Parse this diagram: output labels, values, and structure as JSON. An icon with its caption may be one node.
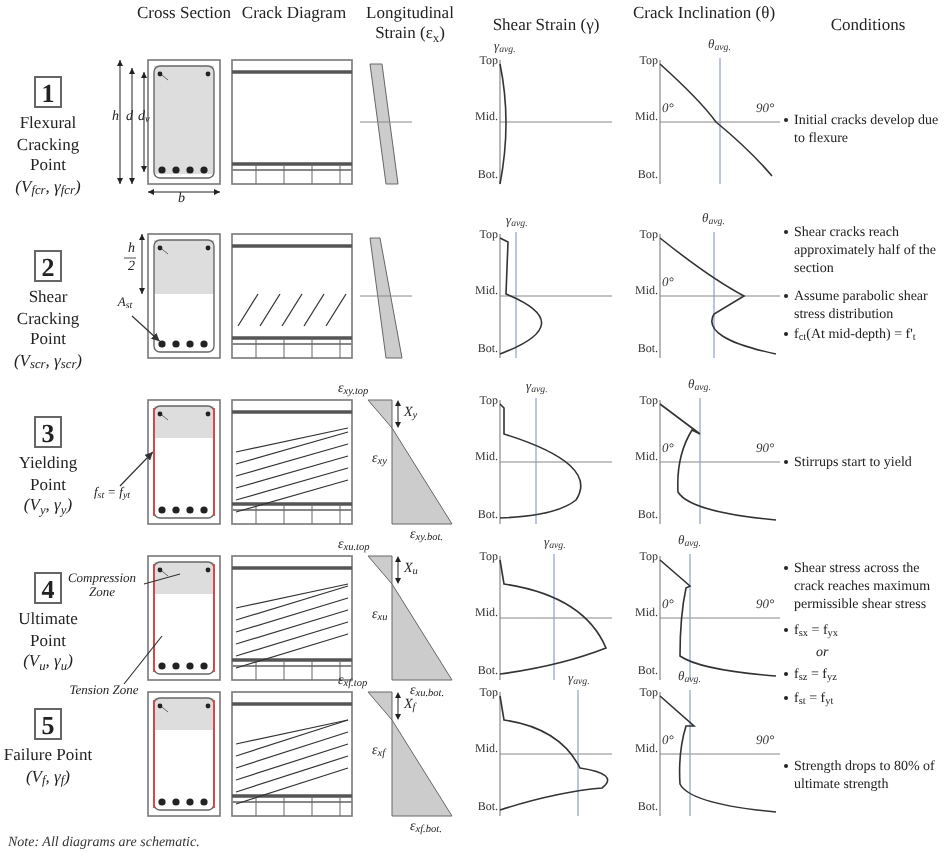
{
  "diagram": {
    "nodes": [
      {
        "text": [
          "1"
        ],
        "beside": [
          "Flexural Cracking Point",
          "(V$_{fcr}$, γ$_{fcr}$)"
        ]
      },
      {
        "text": [
          "2"
        ],
        "beside": [
          "Shear Cracking Point",
          "(V$_{scr}$, γ$_{scr}$)"
        ]
      },
      {
        "text": [
          "3"
        ],
        "beside": [
          "Yielding Point",
          "(V$_{y}$, γ$_{y}$)"
        ]
      },
      {
        "text": [
          "4"
        ],
        "beside": [
          "Ultimate Point",
          "(V$_{u}$, γ$_{u}$)"
        ]
      },
      {
        "text": [
          "5"
        ],
        "beside": [
          "Failure Point",
          "(V$_{f}$, γ$_{f}$)"
        ]
      },
      {
        "text": [
          "A$_{st}$"
        ]
      },
      {
        "text": [
          "f$_{st}$ = f$_{yt}$"
        ]
      },
      {
        "text": [
          "Compression Zone"
        ]
      },
      {
        "text": [
          "Tension Zone"
        ]
      },
      {
        "text": [],
        "shape": "circle"
      },
      {
        "text": [],
        "shape": "bar"
      }
    ],
    "edges": [
      {
        "from": 5,
        "to": 9,
        "arrow": "to"
      },
      {
        "from": 6,
        "to": 10,
        "arrow": "to"
      },
      {
        "from": 7,
        "to": null,
        "arrow": "none"
      },
      {
        "from": 8,
        "to": null,
        "arrow": "none"
      }
    ],
    "labels": [
      "Cross Section",
      "Crack Diagram",
      "Longitudinal Strain (ε$_{x}$)",
      "Shear Strain (γ)",
      "Crack Inclination (θ)",
      "Conditions",
      "h",
      "d",
      "d$_{v}$",
      "b",
      "γ$_{avg.}$",
      "Top",
      "Mid.",
      "Bot.",
      "θ$_{avg.}$",
      "Top",
      "Mid.",
      "0°",
      "90°",
      "Bot.",
      "Initial cracks develop due to flexure",
      "h",
      "2",
      "γ$_{avg.}$",
      "Top",
      "Mid.",
      "Bot.",
      "θ$_{avg.}$",
      "Top",
      "Mid.",
      "0°",
      "Bot.",
      "Shear cracks reach approximately half of the section",
      "Assume parabolic shear stress distribution",
      "f$_{ct}$(At mid-depth) = f'$_{t}$",
      "ε$_{xy.top}$",
      "X$_{y}$",
      "ε$_{xy}$",
      "ε$_{xy.bot.}$",
      "γ$_{avg.}$",
      "Top",
      "Mid.",
      "Bot.",
      "θ$_{avg.}$",
      "Top",
      "Mid.",
      "0°",
      "90°",
      "Bot.",
      "Stirrups start to yield",
      "ε$_{xu.top}$",
      "X$_{u}$",
      "ε$_{xu}$",
      "ε$_{xu.bot.}$",
      "γ$_{avg.}$",
      "Top",
      "Mid.",
      "Bot.",
      "θ$_{avg.}$",
      "Top",
      "Mid.",
      "0°",
      "90°",
      "Bot.",
      "Shear stress across the crack reaches maximum permissible shear stress",
      "f$_{sx}$ = f$_{yx}$",
      "or",
      "f$_{sz}$ = f$_{yz}$",
      "f$_{st}$ = f$_{yt}$",
      "ε$_{xf.top}$",
      "X$_{f}$",
      "ε$_{xf}$",
      "ε$_{xf.bot.}$",
      "γ$_{avg.}$",
      "Top",
      "Mid.",
      "Bot.",
      "θ$_{avg.}$",
      "Top",
      "Mid.",
      "0°",
      "90°",
      "Bot.",
      "Strength drops to 80% of ultimate strength",
      "Note: All diagrams are schematic."
    ]
  }
}
